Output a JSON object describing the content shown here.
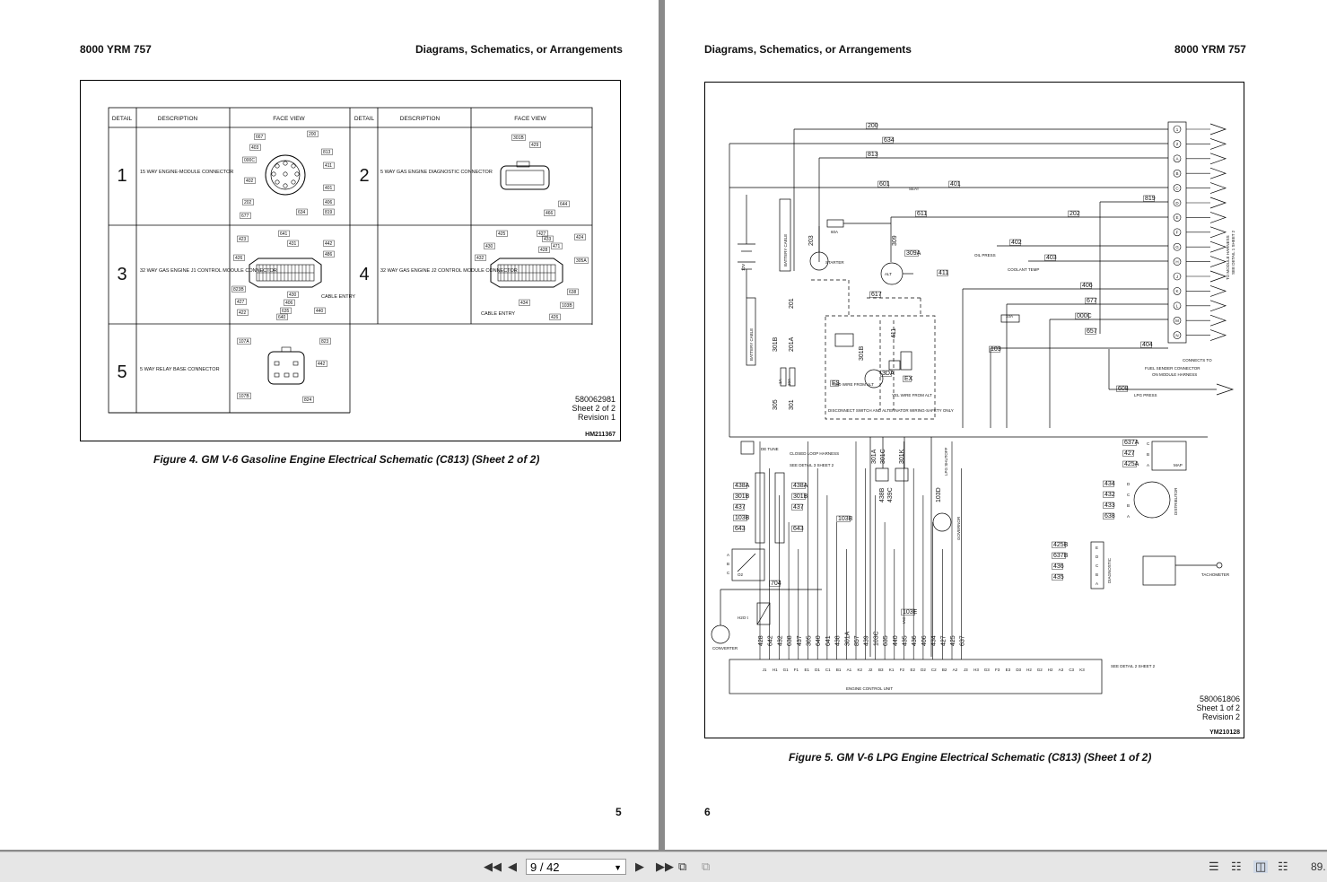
{
  "left_page": {
    "header_left": "8000 YRM 757",
    "header_right": "Diagrams, Schematics, or Arrangements",
    "figure_caption": "Figure 4.  GM V-6 Gasoline Engine Electrical Schematic (C813) (Sheet 2 of 2)",
    "page_number": "5",
    "drawing_number": "580062981",
    "sheet": "Sheet 2 of 2",
    "revision": "Revision 1",
    "ref_id": "HM211367",
    "table": {
      "col_detail": "DETAIL",
      "col_description": "DESCRIPTION",
      "col_face_view": "FACE VIEW",
      "rows": [
        {
          "detail": "1",
          "description": "15 WAY ENGINE-MODULE CONNECTOR"
        },
        {
          "detail": "2",
          "description": "5 WAY GAS ENGINE DIAGNOSTIC CONNECTOR"
        },
        {
          "detail": "3",
          "description": "32 WAY GAS ENGINE J1 CONTROL MODULE CONNECTOR"
        },
        {
          "detail": "4",
          "description": "32 WAY GAS ENGINE J2 CONTROL MODULE CONNECTOR"
        },
        {
          "detail": "5",
          "description": "5 WAY RELAY BASE CONNECTOR"
        }
      ],
      "cable_entry": "CABLE ENTRY",
      "d1_labels": [
        "667",
        "200",
        "403",
        "813",
        "000C",
        "411",
        "402",
        "401",
        "202",
        "406",
        "677",
        "634",
        "819"
      ],
      "d2_labels": [
        "301B",
        "429",
        "644",
        "466"
      ],
      "d3_labels": [
        "641",
        "423",
        "431",
        "442",
        "426",
        "486",
        "823B",
        "427",
        "430",
        "406",
        "422",
        "635",
        "640",
        "440"
      ],
      "d4_labels": [
        "425",
        "427",
        "430",
        "433",
        "428",
        "471",
        "424",
        "432",
        "305A",
        "638",
        "434",
        "103B",
        "426"
      ],
      "d5_labels": [
        "107A",
        "823",
        "442",
        "107B",
        "824"
      ]
    }
  },
  "right_page": {
    "header_left": "Diagrams, Schematics, or Arrangements",
    "header_right": "8000 YRM 757",
    "figure_caption": "Figure 5.  GM V-6 LPG Engine Electrical Schematic (C813) (Sheet 1 of 2)",
    "page_number": "6",
    "drawing_number": "580061806",
    "sheet": "Sheet 1 of 2",
    "revision": "Revision 2",
    "ref_id": "YM210128",
    "schematic": {
      "top_wires": [
        "200",
        "634",
        "813",
        "601",
        "SEAT",
        "401",
        "611",
        "202",
        "819",
        "402",
        "403",
        "406",
        "677",
        "000C",
        "657",
        "404",
        "608",
        "411",
        "309A",
        "617",
        "103",
        "60A",
        "10A"
      ],
      "top_wire_marks": [
        "309",
        "203",
        "201",
        "201A",
        "301B",
        "305",
        "301",
        "411",
        "301B"
      ],
      "right_terminals": [
        "1",
        "2",
        "A",
        "B",
        "C",
        "D",
        "E",
        "F",
        "G",
        "H",
        "J",
        "K",
        "L",
        "M",
        "N"
      ],
      "to_module": "TO MODULE HARNESS",
      "see_detail": "SEE DETAIL 1 SHEET 2",
      "starter": "STARTER",
      "alt": "ALT",
      "oil_press": "OIL PRESS",
      "coolant_temp": "COOLANT TEMP",
      "battery_cable": "BATTERY CABLE",
      "battery_cable2": "BATTERY CABLE",
      "twelve_v": "12V",
      "fuse_1a": "1A",
      "fuse_10a": "10A",
      "fs": "FS",
      "i3da": "3DA",
      "ex": "EX",
      "red_wire": "RED WIRE FROM ALT",
      "yel_wire": "YEL WIRE FROM ALT",
      "disconnect": "DISCONNECT SWITCH AND ALTERNATOR WIRING-SAFETY ONLY",
      "connects_to": "CONNECTS TO",
      "fuel_sender": "FUEL SENDER CONNECTOR",
      "on_module": "ON MODULE HARNESS",
      "lpg_press": "LPG PRESS",
      "de_tune": "DE TUNE",
      "closed_loop": "CLOSED LOOP HARNESS",
      "see_detail_3": "SEE DETAIL 3 SHEET 2",
      "left_wires": [
        "438A",
        "301B",
        "437",
        "103B",
        "643"
      ],
      "mid_wires": [
        "438A",
        "301B",
        "437",
        "103B",
        "643",
        "704"
      ],
      "relay_wires": [
        "301A",
        "301C",
        "301K",
        "438B",
        "439C",
        "103D"
      ],
      "lpg_shutoff": "LPG SHUTOFF",
      "governor": "GOVERNOR",
      "map_wires": [
        "637A",
        "427",
        "425A"
      ],
      "map": "MAP",
      "dist_wires": [
        "434",
        "432",
        "433",
        "638"
      ],
      "distributor": "DISTRIBUTOR",
      "diag_wires": [
        "425B",
        "637B",
        "436",
        "435"
      ],
      "diagnostic": "DIAGNOSTIC",
      "tachometer": "TACHOMETER",
      "o2": "O2",
      "h2o": "H2O t",
      "iac": "IAC",
      "i103e": "103E",
      "converter": "CONVERTER",
      "bottom_wires": [
        "428",
        "642",
        "432",
        "638",
        "437",
        "305",
        "640",
        "641",
        "438",
        "301A",
        "857",
        "439",
        "103C",
        "635",
        "440",
        "435",
        "436",
        "406",
        "434",
        "427",
        "425",
        "637"
      ],
      "ecu_pins": [
        "J1",
        "H1",
        "G1",
        "F1",
        "E1",
        "D1",
        "C1",
        "B1",
        "A1",
        "K2",
        "J2",
        "B3",
        "K1",
        "F2",
        "E2",
        "D2",
        "C2",
        "B2",
        "A2",
        "J3",
        "H3",
        "G3",
        "F3",
        "E3",
        "D3",
        "H2",
        "G2",
        "H2",
        "A3",
        "C3",
        "K3"
      ],
      "ecu": "ENGINE CONTROL UNIT",
      "see_detail_2": "SEE DETAIL 2 SHEET 2",
      "terminal_abc": [
        "A",
        "B",
        "C"
      ],
      "diag_letters": [
        "E",
        "D",
        "C",
        "B",
        "A"
      ],
      "map_letters": [
        "C",
        "B",
        "A"
      ],
      "dist_letters": [
        "D",
        "C",
        "B",
        "A"
      ]
    }
  },
  "toolbar": {
    "page_indicator": "9 / 42",
    "zoom": "89."
  }
}
